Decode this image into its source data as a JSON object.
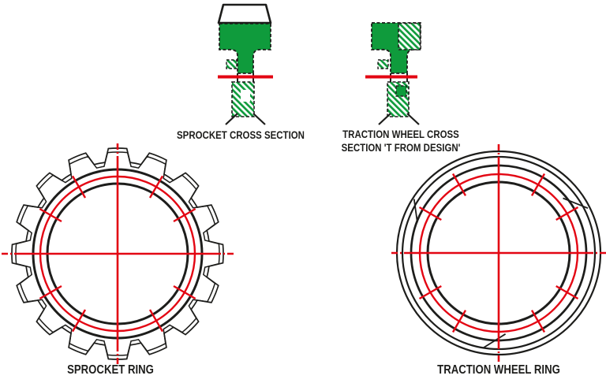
{
  "colors": {
    "green": "#0f9b3c",
    "red": "#e30613",
    "ink": "#1d1d1b",
    "background": "#ffffff"
  },
  "captions": {
    "sprocket_cross_section": "SPROCKET CROSS SECTION",
    "traction_cross_section_line1": "TRACTION WHEEL CROSS",
    "traction_cross_section_line2": "SECTION 'T FROM DESIGN'",
    "sprocket_ring": "SPROCKET RING",
    "traction_ring": "TRACTION WHEEL RING"
  },
  "figures": {
    "sprocket_ring": {
      "teeth": 16,
      "tick_spacing_deg": 30,
      "tick_count": 8
    },
    "traction_ring": {
      "concentric_rings": 4,
      "tick_spacing_deg": 30,
      "tick_count": 8
    }
  }
}
